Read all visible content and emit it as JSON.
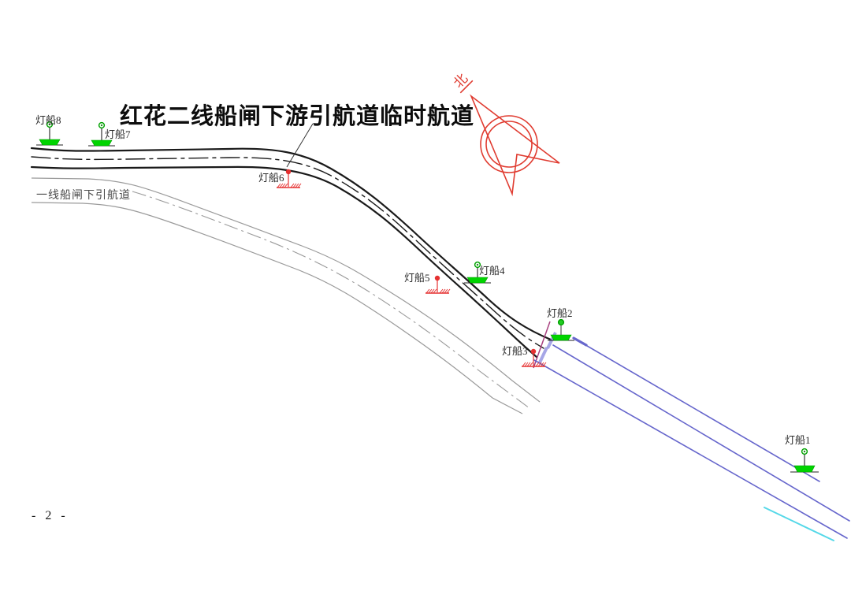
{
  "title": {
    "text": "红花二线船闸下游引航道临时航道"
  },
  "page": {
    "number_label": "- 2 -"
  },
  "compass": {
    "north_label": "北",
    "color": "#e03c31"
  },
  "channels": {
    "temporary": {
      "name": "红花二线船闸下游引航道临时航道",
      "line_color": "#1a1a1a",
      "style": "double solid with dash-dot centerline"
    },
    "first_line_lock": {
      "label": "一线船闸下引航道",
      "line_color": "#9a9a9a",
      "style": "double solid with dash-dot centerline"
    },
    "downstream_reach": {
      "line_color": "#6666cc",
      "extra_line_color": "#55d8e8"
    }
  },
  "lightships": [
    {
      "id": 1,
      "label": "灯船1",
      "type": "green-buoy-boat"
    },
    {
      "id": 2,
      "label": "灯船2",
      "type": "green-buoy-boat"
    },
    {
      "id": 3,
      "label": "灯船3",
      "type": "red-stake"
    },
    {
      "id": 4,
      "label": "灯船4",
      "type": "green-buoy-boat"
    },
    {
      "id": 5,
      "label": "灯船5",
      "type": "red-stake"
    },
    {
      "id": 6,
      "label": "灯船6",
      "type": "red-stake"
    },
    {
      "id": 7,
      "label": "灯船7",
      "type": "green-buoy-boat"
    },
    {
      "id": 8,
      "label": "灯船8",
      "type": "green-buoy-boat"
    }
  ],
  "colors": {
    "green_ship": "#00d400",
    "red_mark": "#e53131",
    "blue_line": "#6666cc",
    "cyan_line": "#55d8e8",
    "gray_line": "#9a9a9a",
    "violet_mark": "#a8407f"
  }
}
